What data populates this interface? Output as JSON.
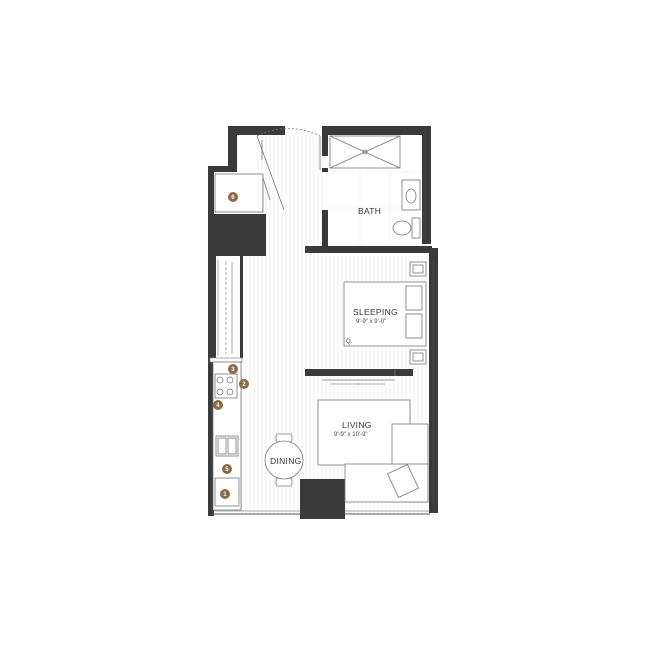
{
  "colors": {
    "wall": "#3a3a3a",
    "marker": "#8b6a4a",
    "floor_line": "#e4e4e4",
    "fixture": "#888888"
  },
  "rooms": {
    "bath": {
      "name": "BATH"
    },
    "sleeping": {
      "name": "SLEEPING",
      "dims": "9'-9\" x 9'-0\"",
      "bed_label": "Q."
    },
    "living": {
      "name": "LIVING",
      "dims": "9'-9\" x 10'-9\""
    },
    "dining": {
      "name": "DINING"
    }
  },
  "markers": [
    "1",
    "2",
    "3",
    "4",
    "5",
    "6"
  ]
}
